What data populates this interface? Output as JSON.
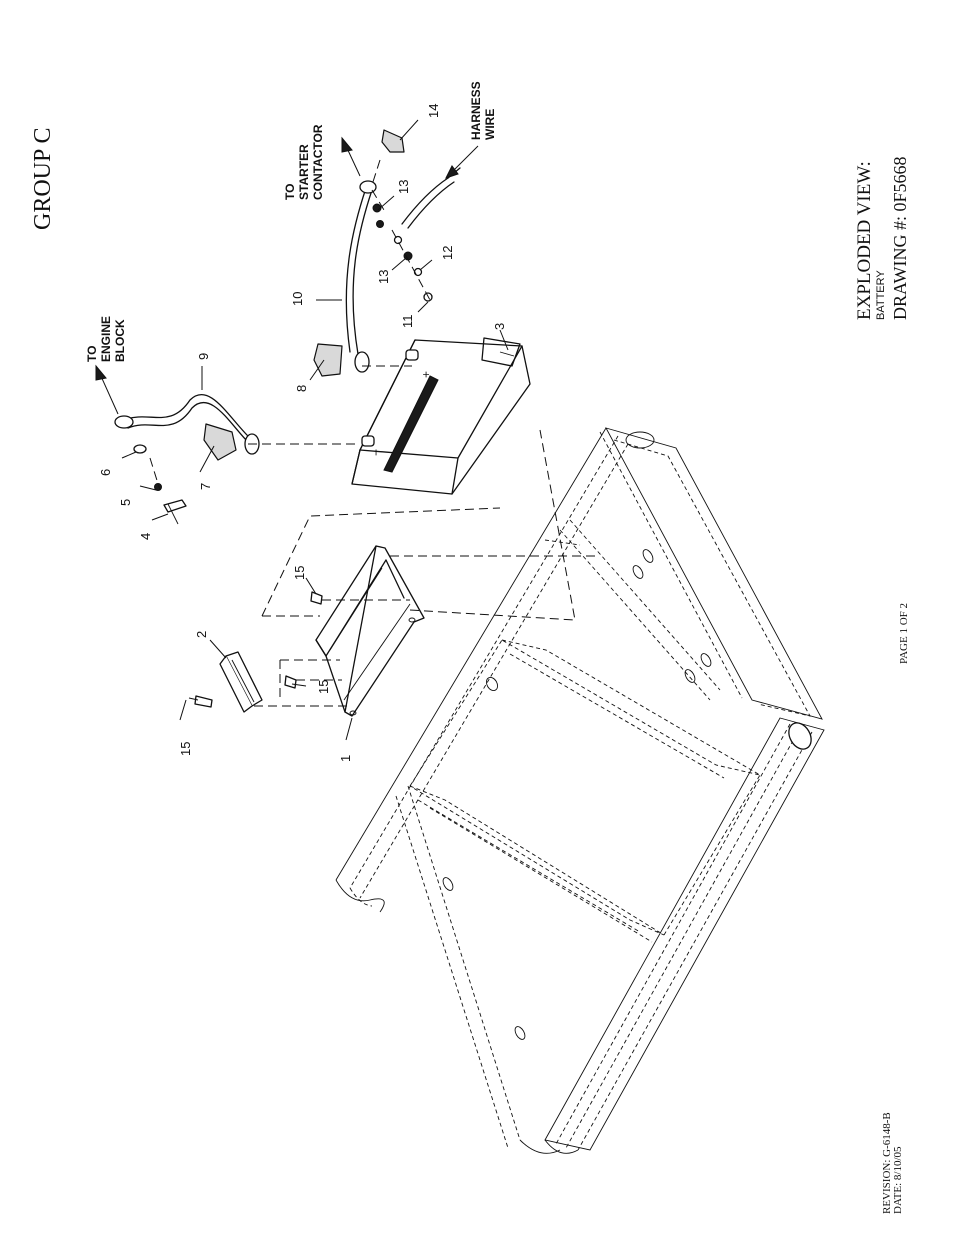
{
  "header": {
    "group": "GROUP C"
  },
  "title_block": {
    "view_label": "EXPLODED VIEW:",
    "subject": "BATTERY",
    "drawing_number": "DRAWING #: 0F5668"
  },
  "page_label": "PAGE 1 OF 2",
  "revision": {
    "revision_text": "REVISION: G-6148-B",
    "date_text": "DATE:  8/10/05"
  },
  "callouts": {
    "to_engine_block": [
      "TO",
      "ENGINE",
      "BLOCK"
    ],
    "to_starter_contactor": [
      "TO",
      "STARTER",
      "CONTACTOR"
    ],
    "harness_wire": [
      "HARNESS",
      "WIRE"
    ]
  },
  "terminal_marks": {
    "positive": "+",
    "negative": "−"
  },
  "part_numbers": {
    "p1": "1",
    "p2": "2",
    "p3": "3",
    "p4": "4",
    "p5": "5",
    "p6": "6",
    "p7": "7",
    "p8": "8",
    "p9": "9",
    "p10": "10",
    "p11": "11",
    "p12": "12",
    "p13a": "13",
    "p13b": "13",
    "p14": "14",
    "p15a": "15",
    "p15b": "15",
    "p15c": "15"
  }
}
